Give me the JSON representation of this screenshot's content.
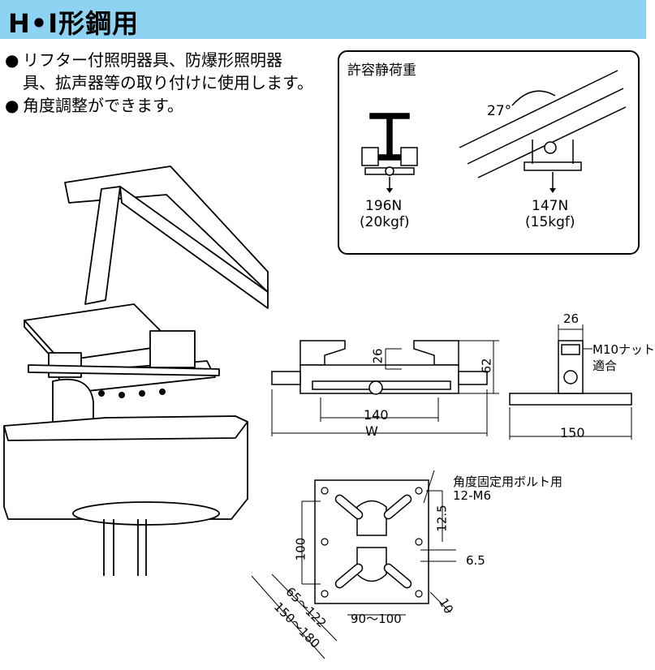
{
  "header": {
    "title": "H•I形鋼用",
    "bg_color": "#8fd3f2"
  },
  "features": [
    {
      "bullet": "●",
      "text": "リフター付照明器具、防爆形照明器具、拡声器等の取り付けに使用します。"
    },
    {
      "bullet": "●",
      "text": "角度調整ができます。"
    }
  ],
  "load_panel": {
    "title": "許容静荷重",
    "angle_label": "27°",
    "straight": {
      "newton": "196N",
      "kgf": "(20kgf)"
    },
    "angled": {
      "newton": "147N",
      "kgf": "(15kgf)"
    }
  },
  "side_view": {
    "dim_height_inner": "26",
    "dim_height_total": "62",
    "dim_span": "140",
    "dim_width_label": "W"
  },
  "end_view": {
    "dim_top": "26",
    "nut_note_line1": "M10ナット",
    "nut_note_line2": "適合",
    "dim_base": "150"
  },
  "plate_view": {
    "bolt_note_line1": "角度固定用ボルト用",
    "bolt_note_line2": "12-M6",
    "dim_12_5": "12.5",
    "dim_100_v": "100",
    "dim_6_5": "6.5",
    "dim_65_122": "65～122",
    "dim_150_180": "150～180",
    "dim_90_100": "90～100",
    "dim_10": "10"
  }
}
